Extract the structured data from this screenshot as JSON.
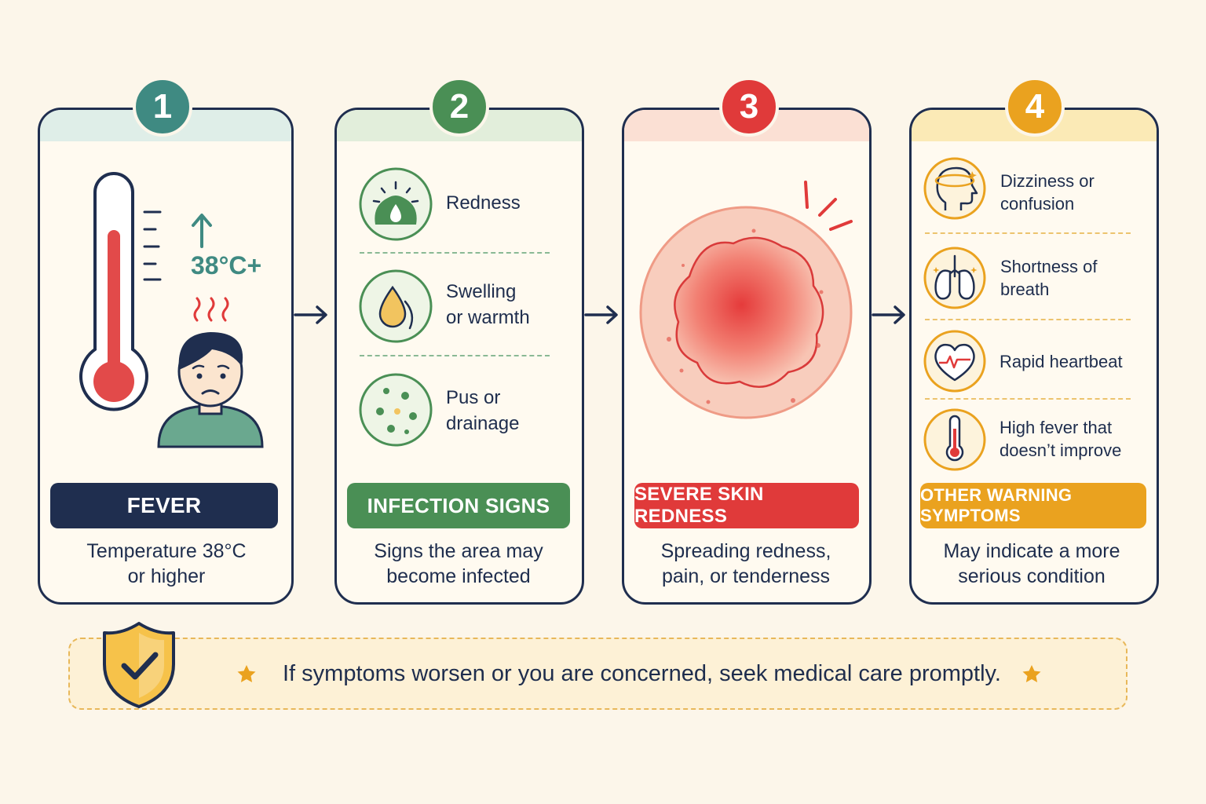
{
  "colors": {
    "navy": "#1f2e4f",
    "teal": "#3f8a82",
    "green": "#4a8f55",
    "red": "#e03a3a",
    "orange": "#eaa21f",
    "background": "#fcf6ea"
  },
  "steps": [
    {
      "number": "1",
      "title": "FEVER",
      "desc_line1": "Temperature 38°C",
      "desc_line2": "or higher",
      "temp_label": "38°C+"
    },
    {
      "number": "2",
      "title": "INFECTION SIGNS",
      "desc_line1": "Signs the area may",
      "desc_line2": "become infected",
      "items": [
        {
          "line1": "Redness",
          "line2": "",
          "icon": "redness-icon"
        },
        {
          "line1": "Swelling",
          "line2": "or warmth",
          "icon": "droplet-icon"
        },
        {
          "line1": "Pus or",
          "line2": "drainage",
          "icon": "dots-icon"
        }
      ]
    },
    {
      "number": "3",
      "title": "SEVERE SKIN REDNESS",
      "desc_line1": "Spreading redness,",
      "desc_line2": "pain, or tenderness"
    },
    {
      "number": "4",
      "title": "OTHER WARNING SYMPTOMS",
      "desc_line1": "May indicate a more",
      "desc_line2": "serious condition",
      "items": [
        {
          "line1": "Dizziness or",
          "line2": "confusion",
          "icon": "head-dizzy-icon"
        },
        {
          "line1": "Shortness of",
          "line2": "breath",
          "icon": "lungs-icon"
        },
        {
          "line1": "Rapid heartbeat",
          "line2": "",
          "icon": "heartbeat-icon"
        },
        {
          "line1": "High fever that",
          "line2": "doesn’t improve",
          "icon": "thermometer-icon"
        }
      ]
    }
  ],
  "banner": {
    "text": "If symptoms worsen or you are concerned, seek medical care promptly.",
    "icon": "shield-check-icon"
  }
}
